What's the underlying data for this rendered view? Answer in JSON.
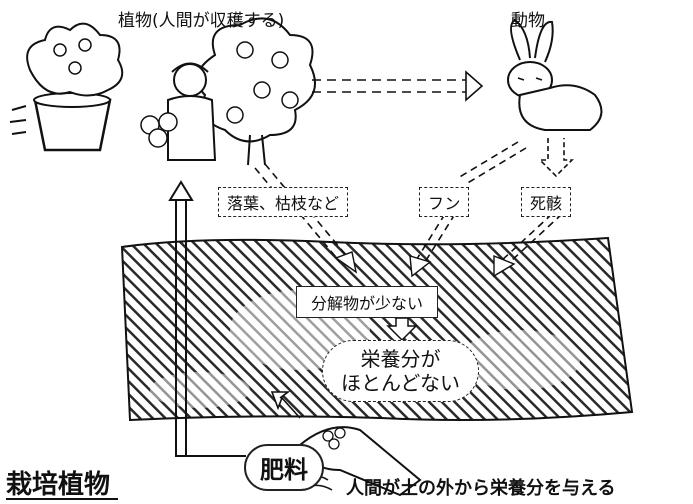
{
  "labels": {
    "plant_harvest": "植物(人間が収穫する)",
    "animal": "動物",
    "fallen_leaves": "落葉、枯枝など",
    "feces": "フン",
    "carcass": "死骸",
    "decomposed_little": "分解物が少ない",
    "nutrients_line1": "栄養分が",
    "nutrients_line2": "ほとんどない",
    "fertilizer": "肥料",
    "title": "栽培植物",
    "human_gives": "人間が土の外から栄養分を与える"
  },
  "colors": {
    "ink": "#111111",
    "paper": "#ffffff",
    "hatch": "#2a2a2a"
  }
}
